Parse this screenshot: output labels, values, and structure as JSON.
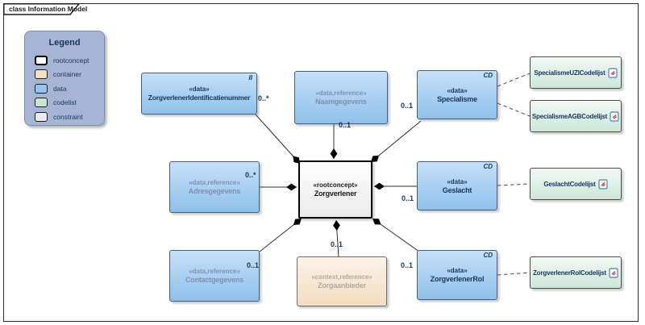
{
  "diagram": {
    "tab_title": "class Information Model",
    "kind": "UML information model (Enterprise Architect style)"
  },
  "legend": {
    "title": "Legend",
    "items": [
      {
        "label": "rootconcept",
        "color": "#ffffff"
      },
      {
        "label": "container",
        "color": "#f4dfc7"
      },
      {
        "label": "data",
        "color": "#94c5ee"
      },
      {
        "label": "codelist",
        "color": "#c7e5d4"
      },
      {
        "label": "constraint",
        "color": "#e9e9f9"
      }
    ]
  },
  "nodes": {
    "zorgverlener": {
      "stereotype": "«rootconcept»",
      "name": "Zorgverlener"
    },
    "identificatienummer": {
      "stereotype": "«data»",
      "name": "ZorgverlenerIdentificatienummer",
      "tag": "II"
    },
    "naamgegevens": {
      "stereotype": "«data,reference»",
      "name": "Naamgegevens"
    },
    "specialisme": {
      "stereotype": "«data»",
      "name": "Specialisme",
      "tag": "CD"
    },
    "adresgegevens": {
      "stereotype": "«data,reference»",
      "name": "Adresgegevens"
    },
    "geslacht": {
      "stereotype": "«data»",
      "name": "Geslacht",
      "tag": "CD"
    },
    "contactgegevens": {
      "stereotype": "«data,reference»",
      "name": "Contactgegevens"
    },
    "zorgaanbieder": {
      "stereotype": "«context,reference»",
      "name": "Zorgaanbieder"
    },
    "zorgverlenerrol": {
      "stereotype": "«data»",
      "name": "ZorgverlenerRol",
      "tag": "CD"
    },
    "specialisme_uzi_codelijst": {
      "name": "SpecialismeUZICodelijst"
    },
    "specialisme_agb_codelijst": {
      "name": "SpecialismeAGBCodelijst"
    },
    "geslacht_codelijst": {
      "name": "GeslachtCodelijst"
    },
    "zorgverlenerrol_codelijst": {
      "name": "ZorgverlenerRolCodelijst"
    }
  },
  "edges": {
    "composition": [
      {
        "from": "Zorgverlener",
        "to": "ZorgverlenerIdentificatienummer",
        "multiplicity": "0..*"
      },
      {
        "from": "Zorgverlener",
        "to": "Naamgegevens",
        "multiplicity": "0..1"
      },
      {
        "from": "Zorgverlener",
        "to": "Specialisme",
        "multiplicity": "0..1"
      },
      {
        "from": "Zorgverlener",
        "to": "Adresgegevens",
        "multiplicity": "0..*"
      },
      {
        "from": "Zorgverlener",
        "to": "Geslacht",
        "multiplicity": "0..1"
      },
      {
        "from": "Zorgverlener",
        "to": "Contactgegevens",
        "multiplicity": "0..1"
      },
      {
        "from": "Zorgverlener",
        "to": "Zorgaanbieder",
        "multiplicity": "0..1"
      },
      {
        "from": "Zorgverlener",
        "to": "ZorgverlenerRol",
        "multiplicity": "0..1"
      }
    ],
    "dashed": [
      {
        "from": "Specialisme",
        "to": "SpecialismeUZICodelijst"
      },
      {
        "from": "Specialisme",
        "to": "SpecialismeAGBCodelijst"
      },
      {
        "from": "Geslacht",
        "to": "GeslachtCodelijst"
      },
      {
        "from": "ZorgverlenerRol",
        "to": "ZorgverlenerRolCodelijst"
      }
    ]
  },
  "colors": {
    "data_fill_top": "#c6e0f8",
    "data_fill_bottom": "#8fc0ea",
    "codelist_fill_bottom": "#cde7d9",
    "container_fill_bottom": "#f3ddc1",
    "legend_bg": "#a7b5d4",
    "text_navy": "#17365d",
    "text_reference": "#7d90b0",
    "text_context_reference": "#b2a999",
    "line": "#2f2f2f"
  }
}
